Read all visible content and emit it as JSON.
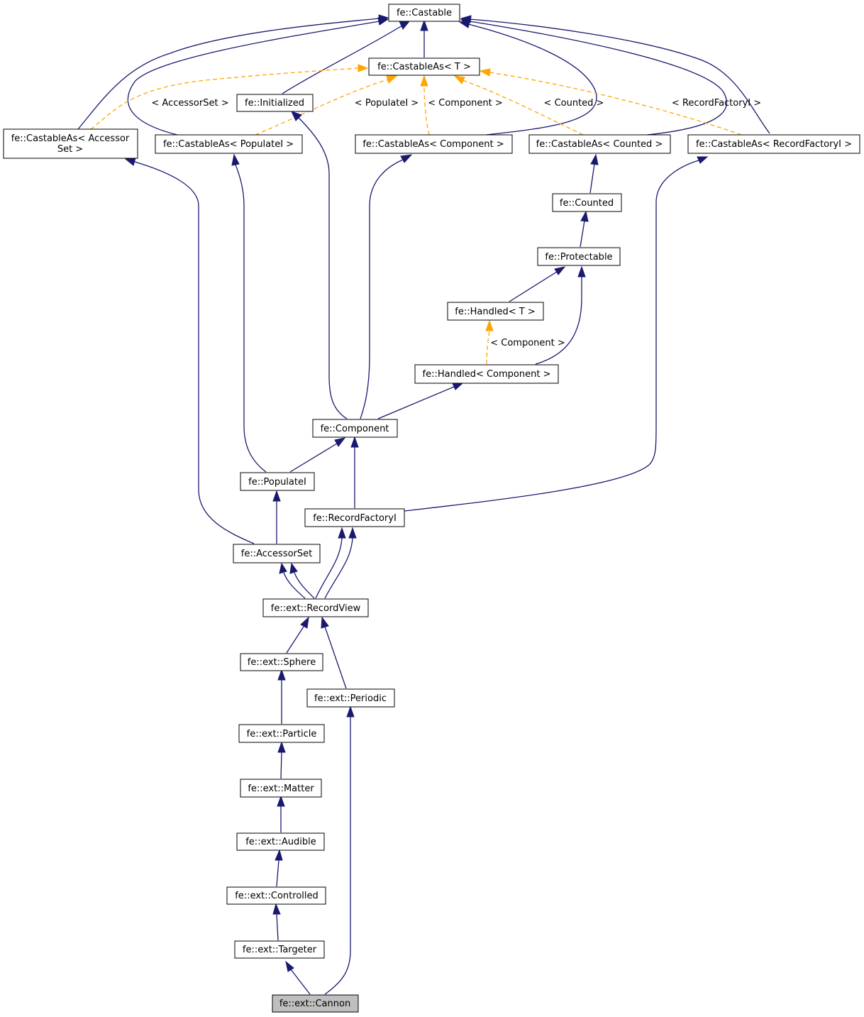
{
  "colors": {
    "inheritance_edge": "#191970",
    "template_edge": "#ffa500",
    "node_fill": "#ffffff",
    "focus_fill": "#bfbfbf"
  },
  "nodes": {
    "castable": "fe::Castable",
    "castable_as_t": "fe::CastableAs< T >",
    "initialized": "fe::Initialized",
    "castable_as_accessorset_l1": "fe::CastableAs< Accessor",
    "castable_as_accessorset_l2": "Set >",
    "castable_as_populatei": "fe::CastableAs< PopulateI >",
    "castable_as_component": "fe::CastableAs< Component >",
    "castable_as_counted": "fe::CastableAs< Counted >",
    "castable_as_recordfactoryi": "fe::CastableAs< RecordFactoryI >",
    "counted": "fe::Counted",
    "protectable": "fe::Protectable",
    "handled_t": "fe::Handled< T >",
    "handled_component": "fe::Handled< Component >",
    "component": "fe::Component",
    "populatei": "fe::PopulateI",
    "recordfactoryi": "fe::RecordFactoryI",
    "accessorset": "fe::AccessorSet",
    "recordview": "fe::ext::RecordView",
    "sphere": "fe::ext::Sphere",
    "periodic": "fe::ext::Periodic",
    "particle": "fe::ext::Particle",
    "matter": "fe::ext::Matter",
    "audible": "fe::ext::Audible",
    "controlled": "fe::ext::Controlled",
    "targeter": "fe::ext::Targeter",
    "cannon": "fe::ext::Cannon"
  },
  "edge_labels": {
    "accessorset": "< AccessorSet >",
    "populatei": "< PopulateI >",
    "component": "< Component >",
    "counted": "< Counted >",
    "recordfactoryi": "< RecordFactoryI >",
    "handled_component": "< Component >"
  }
}
